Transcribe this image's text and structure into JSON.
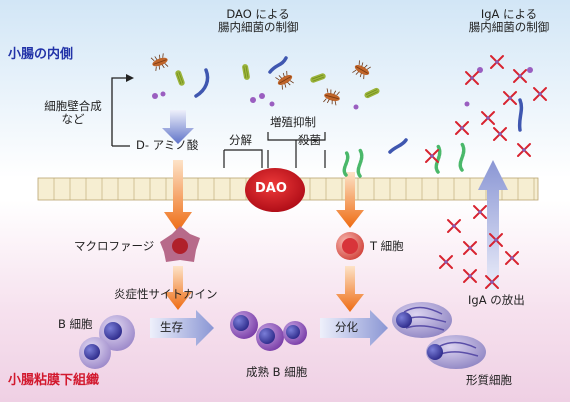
{
  "regions": {
    "lumen": "小腸の内側",
    "submucosa": "小腸粘膜下組織"
  },
  "headings": {
    "dao_control": [
      "DAO による",
      "腸内細菌の制御"
    ],
    "iga_control": [
      "IgA による",
      "腸内細菌の制御"
    ]
  },
  "labels": {
    "cell_wall": [
      "細胞壁合成",
      "など"
    ],
    "d_amino": "D- アミノ酸",
    "decompose": "分解",
    "growth_inhibit": "増殖抑制",
    "sterilize": "殺菌",
    "dao": "DAO",
    "macrophage": "マクロファージ",
    "t_cell": "T 細胞",
    "cytokine": "炎症性サイトカイン",
    "b_cell": "B 細胞",
    "survival": "生存",
    "mature_b": "成熟 B 細胞",
    "differentiation": "分化",
    "iga_release": "IgA の放出",
    "plasma_cell": "形質細胞"
  },
  "colors": {
    "region_blue": "#2233a8",
    "region_red": "#d2192e",
    "dao_disc": "#c9151f",
    "arrow_orange": "#f07820",
    "arrow_blue": "#8090d0",
    "b_cell_purple": "#7a5ab8"
  },
  "icons": [
    "bacteria-icon",
    "rod-bacteria-icon",
    "iga-antibody-icon",
    "macrophage-icon",
    "t-cell-icon",
    "b-cell-icon",
    "plasma-cell-icon"
  ]
}
